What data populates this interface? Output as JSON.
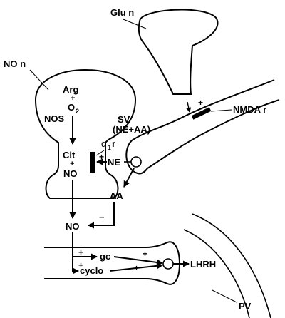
{
  "labels": {
    "glu_neuron": "Glu n",
    "nmda_receptor": "NMDA r",
    "no_neuron": "NO n",
    "arg": "Arg",
    "plus": "+",
    "o": "O",
    "two": "2",
    "nos": "NOS",
    "alpha": "α",
    "one": "1",
    "r": "r",
    "sv_line1": "SV",
    "sv_line2": "(NE+AA)",
    "cit": "Cit",
    "no_inside": "NO",
    "ne": "NE",
    "aa": "AA",
    "minus": "−",
    "no_outside": "NO",
    "gc": "gc",
    "cyclo": "cyclo",
    "lhrh": "LHRH",
    "pv": "PV"
  },
  "colors": {
    "ink": "#000000",
    "background": "#ffffff"
  }
}
